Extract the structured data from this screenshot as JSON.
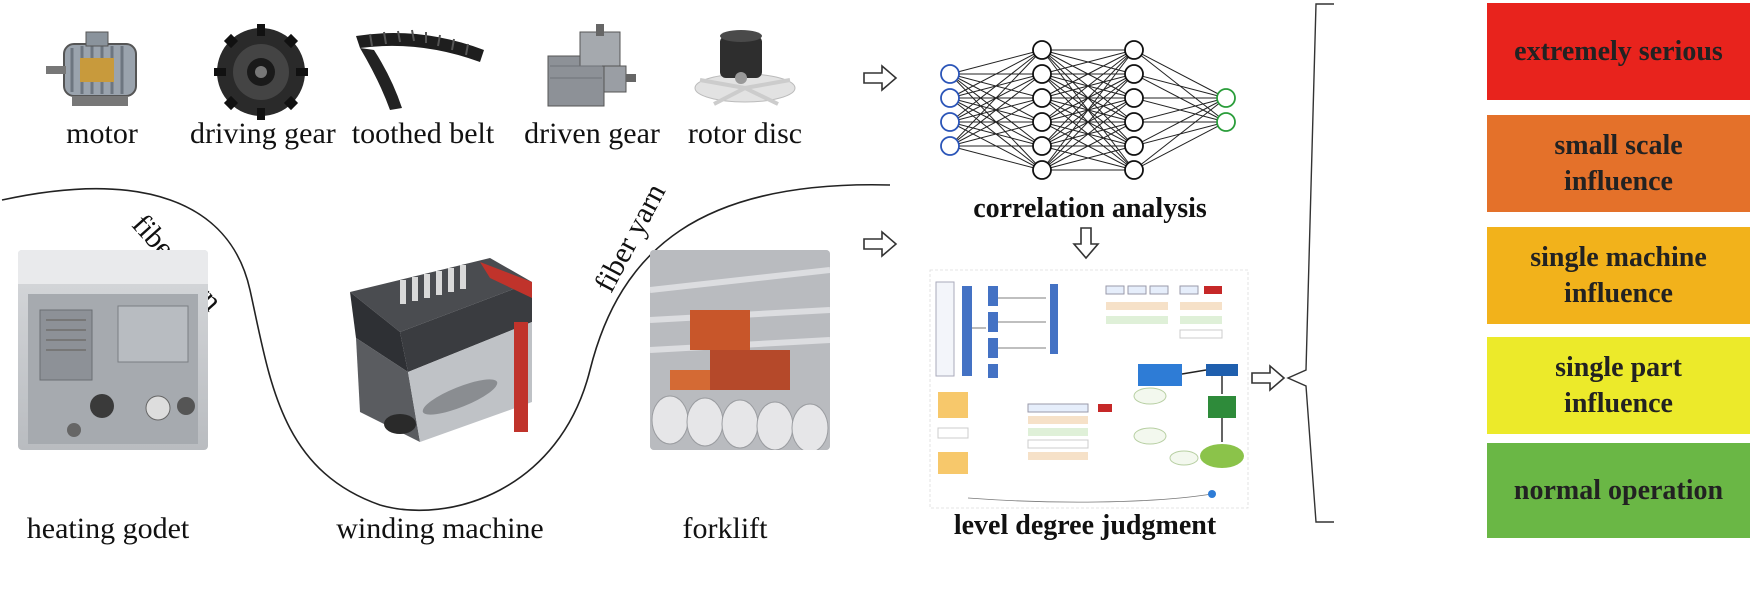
{
  "parts": [
    {
      "label": "motor"
    },
    {
      "label": "driving gear"
    },
    {
      "label": "toothed belt"
    },
    {
      "label": "driven gear"
    },
    {
      "label": "rotor disc"
    }
  ],
  "machines": [
    {
      "label": "heating godet"
    },
    {
      "label": "winding machine"
    },
    {
      "label": "forklift"
    }
  ],
  "yarn_labels": [
    "fiber yarn",
    "fiber yarn"
  ],
  "analysis": {
    "correlation_label": "correlation analysis",
    "judgment_label": "level degree judgment"
  },
  "levels": [
    {
      "label": "extremely serious",
      "color": "#e8231d"
    },
    {
      "label": "small scale influence",
      "color": "#e4712a"
    },
    {
      "label": "single machine influence",
      "color": "#f2b21b"
    },
    {
      "label": "single part influence",
      "color": "#ecea2a"
    },
    {
      "label": "normal operation",
      "color": "#6ab745"
    }
  ]
}
